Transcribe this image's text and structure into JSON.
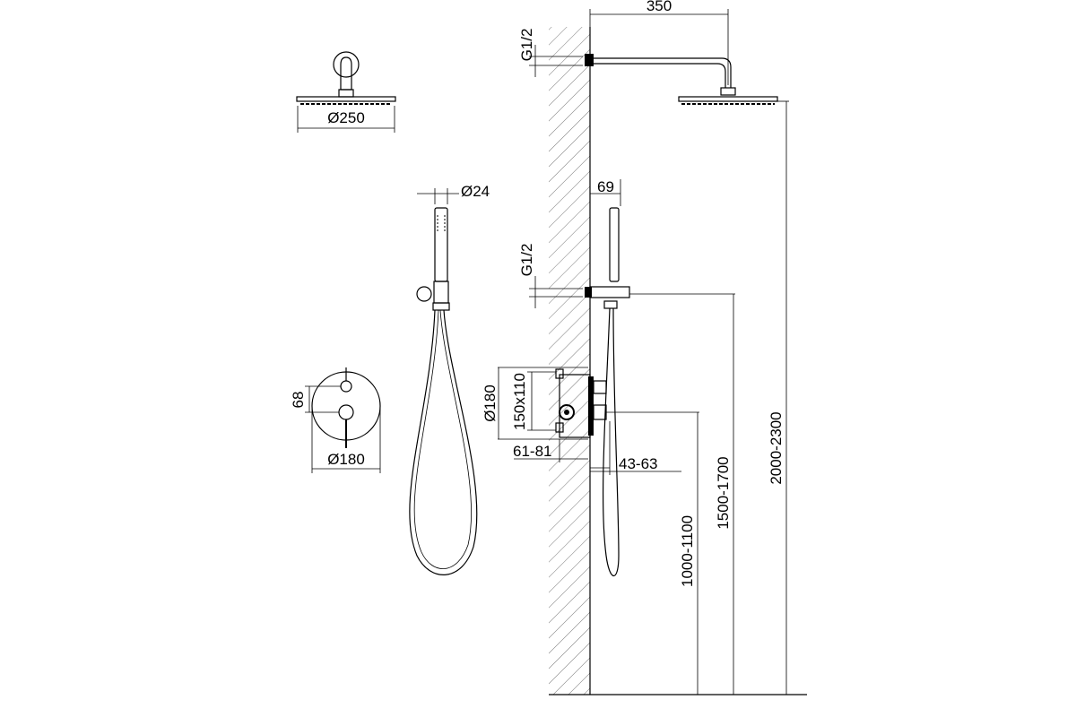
{
  "title": "Shower system dimension drawing",
  "labels": {
    "head_diameter": "Ø250",
    "hand_diameter": "Ø24",
    "mixer_diameter": "Ø180",
    "mixer_spacing": "68",
    "arm_length": "350",
    "thread_top": "G1/2",
    "thread_mid": "G1/2",
    "holder_offset": "69",
    "box_diameter": "Ø180",
    "box_size": "150x110",
    "box_depth": "61-81",
    "trim_depth": "43-63",
    "mixer_height": "1000-1100",
    "holder_height": "1500-1700",
    "head_height": "2000-2300"
  }
}
